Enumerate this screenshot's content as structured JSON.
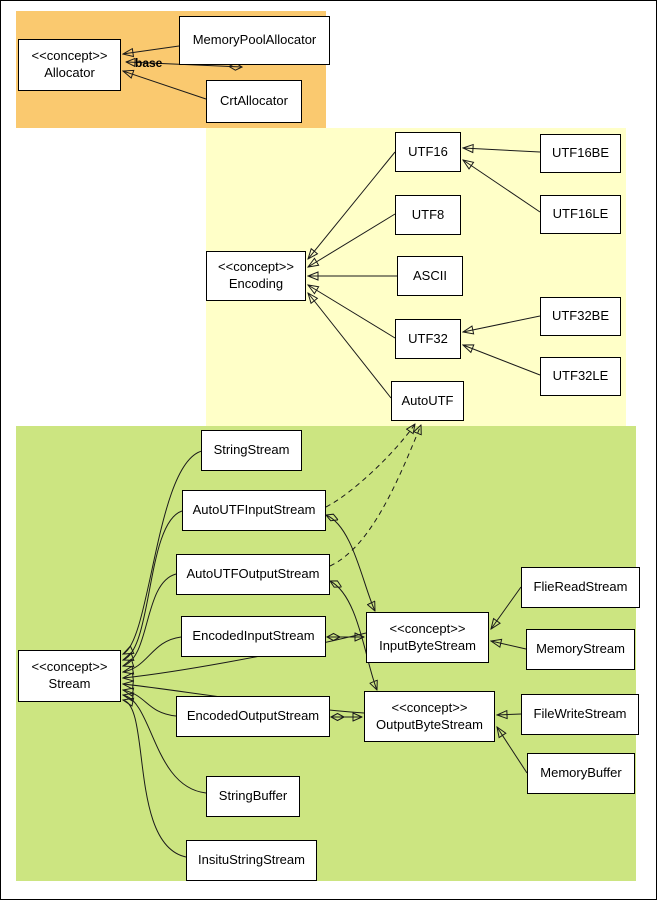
{
  "labels": {
    "base": "base",
    "stereotype": "<<concept>>"
  },
  "colors": {
    "allocator_region": "#fac96f",
    "encoding_region": "#ffffc8",
    "stream_region": "#cce581",
    "box_fill": "#ffffff",
    "box_border": "#000000"
  },
  "nodes": {
    "allocator": {
      "label": "<<concept>>\nAllocator"
    },
    "memoryPoolAllocator": {
      "label": "MemoryPoolAllocator"
    },
    "crtAllocator": {
      "label": "CrtAllocator"
    },
    "encoding": {
      "label": "<<concept>>\nEncoding"
    },
    "utf16": {
      "label": "UTF16"
    },
    "utf8": {
      "label": "UTF8"
    },
    "ascii": {
      "label": "ASCII"
    },
    "utf32": {
      "label": "UTF32"
    },
    "autoUtf": {
      "label": "AutoUTF"
    },
    "utf16be": {
      "label": "UTF16BE"
    },
    "utf16le": {
      "label": "UTF16LE"
    },
    "utf32be": {
      "label": "UTF32BE"
    },
    "utf32le": {
      "label": "UTF32LE"
    },
    "stream": {
      "label": "<<concept>>\nStream"
    },
    "stringStream": {
      "label": "StringStream"
    },
    "autoUtfInputStream": {
      "label": "AutoUTFInputStream"
    },
    "autoUtfOutputStream": {
      "label": "AutoUTFOutputStream"
    },
    "encodedInputStream": {
      "label": "EncodedInputStream"
    },
    "encodedOutputStream": {
      "label": "EncodedOutputStream"
    },
    "stringBuffer": {
      "label": "StringBuffer"
    },
    "insituStringStream": {
      "label": "InsituStringStream"
    },
    "inputByteStream": {
      "label": "<<concept>>\nInputByteStream"
    },
    "outputByteStream": {
      "label": "<<concept>>\nOutputByteStream"
    },
    "flieReadStream": {
      "label": "FlieReadStream"
    },
    "memoryStream": {
      "label": "MemoryStream"
    },
    "fileWriteStream": {
      "label": "FileWriteStream"
    },
    "memoryBuffer": {
      "label": "MemoryBuffer"
    }
  },
  "edges": [
    {
      "from": "MemoryPoolAllocator",
      "to": "Allocator",
      "type": "concept-refinement"
    },
    {
      "from": "MemoryPoolAllocator",
      "to": "Allocator",
      "type": "aggregation",
      "label": "base"
    },
    {
      "from": "CrtAllocator",
      "to": "Allocator",
      "type": "concept-refinement"
    },
    {
      "from": "UTF16",
      "to": "Encoding",
      "type": "concept-refinement"
    },
    {
      "from": "UTF8",
      "to": "Encoding",
      "type": "concept-refinement"
    },
    {
      "from": "ASCII",
      "to": "Encoding",
      "type": "concept-refinement"
    },
    {
      "from": "UTF32",
      "to": "Encoding",
      "type": "concept-refinement"
    },
    {
      "from": "AutoUTF",
      "to": "Encoding",
      "type": "concept-refinement"
    },
    {
      "from": "UTF16BE",
      "to": "UTF16",
      "type": "concept-refinement"
    },
    {
      "from": "UTF16LE",
      "to": "UTF16",
      "type": "concept-refinement"
    },
    {
      "from": "UTF32BE",
      "to": "UTF32",
      "type": "concept-refinement"
    },
    {
      "from": "UTF32LE",
      "to": "UTF32",
      "type": "concept-refinement"
    },
    {
      "from": "StringStream",
      "to": "Stream",
      "type": "concept-refinement"
    },
    {
      "from": "AutoUTFInputStream",
      "to": "Stream",
      "type": "concept-refinement"
    },
    {
      "from": "AutoUTFOutputStream",
      "to": "Stream",
      "type": "concept-refinement"
    },
    {
      "from": "EncodedInputStream",
      "to": "Stream",
      "type": "concept-refinement"
    },
    {
      "from": "EncodedOutputStream",
      "to": "Stream",
      "type": "concept-refinement"
    },
    {
      "from": "StringBuffer",
      "to": "Stream",
      "type": "concept-refinement"
    },
    {
      "from": "InsituStringStream",
      "to": "Stream",
      "type": "concept-refinement"
    },
    {
      "from": "InputByteStream",
      "to": "Stream",
      "type": "concept-refinement"
    },
    {
      "from": "OutputByteStream",
      "to": "Stream",
      "type": "concept-refinement"
    },
    {
      "from": "AutoUTFInputStream",
      "to": "AutoUTF",
      "type": "dependency-dashed"
    },
    {
      "from": "AutoUTFOutputStream",
      "to": "AutoUTF",
      "type": "dependency-dashed"
    },
    {
      "from": "AutoUTFInputStream",
      "to": "InputByteStream",
      "type": "aggregation"
    },
    {
      "from": "AutoUTFOutputStream",
      "to": "OutputByteStream",
      "type": "aggregation"
    },
    {
      "from": "EncodedInputStream",
      "to": "InputByteStream",
      "type": "aggregation"
    },
    {
      "from": "EncodedOutputStream",
      "to": "OutputByteStream",
      "type": "aggregation"
    },
    {
      "from": "FlieReadStream",
      "to": "InputByteStream",
      "type": "concept-refinement"
    },
    {
      "from": "MemoryStream",
      "to": "InputByteStream",
      "type": "concept-refinement"
    },
    {
      "from": "FileWriteStream",
      "to": "OutputByteStream",
      "type": "concept-refinement"
    },
    {
      "from": "MemoryBuffer",
      "to": "OutputByteStream",
      "type": "concept-refinement"
    }
  ]
}
